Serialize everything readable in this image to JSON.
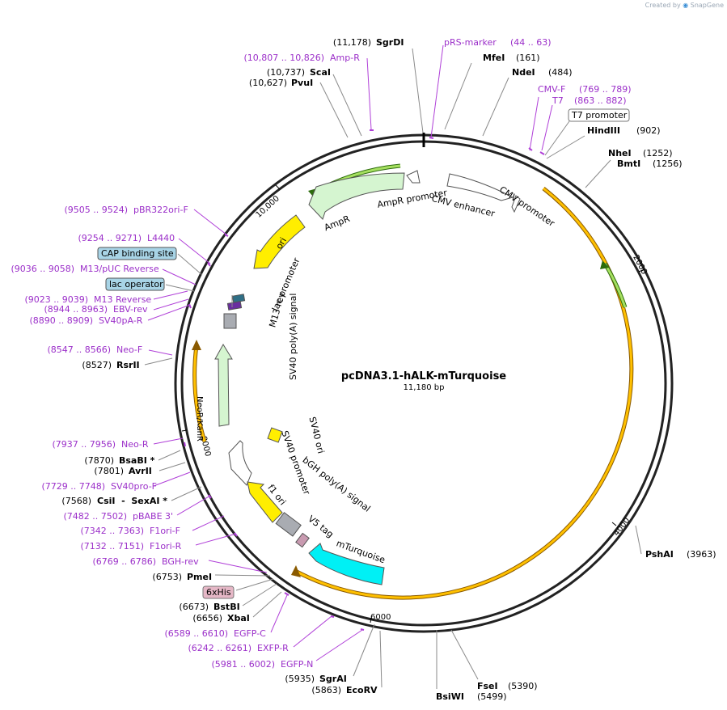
{
  "credit": {
    "prefix": "Created by",
    "brand": "SnapGene"
  },
  "plasmid": {
    "name": "pcDNA3.1-hALK-mTurquoise",
    "size_label": "11,180 bp",
    "length": 11180
  },
  "ticks": [
    "10,000",
    "2000",
    "4000",
    "6000",
    "8000"
  ],
  "colors": {
    "primer": "#9b2fc9",
    "enzyme": "#000000",
    "orf_fill": "#ffc000",
    "orf_stroke": "#8a5a00",
    "ampr": "#d5f5d0",
    "ori": "#ffee00",
    "mturquoise": "#00f0f5",
    "grey_feature": "#a9acb2",
    "lac_box": "#a8d4e6",
    "his_box": "#e5b7c6"
  },
  "sites": [
    {
      "pos": "(11,178)",
      "name": "SgrDI",
      "kind": "enzyme"
    },
    {
      "pos": "(44 .. 63)",
      "name": "pRS-marker",
      "kind": "primer"
    },
    {
      "pos": "(161)",
      "name": "MfeI",
      "kind": "enzyme"
    },
    {
      "pos": "(484)",
      "name": "NdeI",
      "kind": "enzyme"
    },
    {
      "pos": "(769 .. 789)",
      "name": "CMV-F",
      "kind": "primer"
    },
    {
      "pos": "(863 .. 882)",
      "name": "T7",
      "kind": "primer"
    },
    {
      "pos": "",
      "name": "T7 promoter",
      "kind": "box"
    },
    {
      "pos": "(902)",
      "name": "HindIII",
      "kind": "enzyme"
    },
    {
      "pos": "(1252)",
      "name": "NheI",
      "kind": "enzyme"
    },
    {
      "pos": "(1256)",
      "name": "BmtI",
      "kind": "enzyme"
    },
    {
      "pos": "(3963)",
      "name": "PshAI",
      "kind": "enzyme"
    },
    {
      "pos": "(5390)",
      "name": "FseI",
      "kind": "enzyme"
    },
    {
      "pos": "(5499)",
      "name": "BsiWI",
      "kind": "enzyme"
    },
    {
      "pos": "(5863)",
      "name": "EcoRV",
      "kind": "enzyme"
    },
    {
      "pos": "(5935)",
      "name": "SgrAI",
      "kind": "enzyme"
    },
    {
      "pos": "(5981 .. 6002)",
      "name": "EGFP-N",
      "kind": "primer"
    },
    {
      "pos": "(6242 .. 6261)",
      "name": "EXFP-R",
      "kind": "primer"
    },
    {
      "pos": "(6589 .. 6610)",
      "name": "EGFP-C",
      "kind": "primer"
    },
    {
      "pos": "(6656)",
      "name": "XbaI",
      "kind": "enzyme"
    },
    {
      "pos": "(6673)",
      "name": "BstBI",
      "kind": "enzyme"
    },
    {
      "pos": "",
      "name": "6xHis",
      "kind": "box"
    },
    {
      "pos": "(6753)",
      "name": "PmeI",
      "kind": "enzyme"
    },
    {
      "pos": "(6769 .. 6786)",
      "name": "BGH-rev",
      "kind": "primer"
    },
    {
      "pos": "(7132 .. 7151)",
      "name": "F1ori-R",
      "kind": "primer"
    },
    {
      "pos": "(7342 .. 7363)",
      "name": "F1ori-F",
      "kind": "primer"
    },
    {
      "pos": "(7482 .. 7502)",
      "name": "pBABE 3'",
      "kind": "primer"
    },
    {
      "pos": "(7568)",
      "name": "CsiI  -  SexAI *",
      "kind": "enzyme"
    },
    {
      "pos": "(7729 .. 7748)",
      "name": "SV40pro-F",
      "kind": "primer"
    },
    {
      "pos": "(7801)",
      "name": "AvrII",
      "kind": "enzyme"
    },
    {
      "pos": "(7870)",
      "name": "BsaBI *",
      "kind": "enzyme"
    },
    {
      "pos": "(7937 .. 7956)",
      "name": "Neo-R",
      "kind": "primer"
    },
    {
      "pos": "(8527)",
      "name": "RsrII",
      "kind": "enzyme"
    },
    {
      "pos": "(8547 .. 8566)",
      "name": "Neo-F",
      "kind": "primer"
    },
    {
      "pos": "(8890 .. 8909)",
      "name": "SV40pA-R",
      "kind": "primer"
    },
    {
      "pos": "(8944 .. 8963)",
      "name": "EBV-rev",
      "kind": "primer"
    },
    {
      "pos": "(9023 .. 9039)",
      "name": "M13 Reverse",
      "kind": "primer"
    },
    {
      "pos": "",
      "name": "lac operator",
      "kind": "box"
    },
    {
      "pos": "(9036 .. 9058)",
      "name": "M13/pUC Reverse",
      "kind": "primer"
    },
    {
      "pos": "",
      "name": "CAP binding site",
      "kind": "box"
    },
    {
      "pos": "(9254 .. 9271)",
      "name": "L4440",
      "kind": "primer"
    },
    {
      "pos": "(9505 .. 9524)",
      "name": "pBR322ori-F",
      "kind": "primer"
    },
    {
      "pos": "(10,627)",
      "name": "PvuI",
      "kind": "enzyme"
    },
    {
      "pos": "(10,737)",
      "name": "ScaI",
      "kind": "enzyme"
    },
    {
      "pos": "(10,807 .. 10,826)",
      "name": "Amp-R",
      "kind": "primer"
    }
  ],
  "features": [
    "AmpR promoter",
    "AmpR",
    "ori",
    "CMV enhancer",
    "CMV promoter",
    "lac promoter",
    "M13 rev",
    "SV40 poly(A) signal",
    "NeoR/KanR",
    "SV40 promoter",
    "SV40 ori",
    "f1 ori",
    "bGH poly(A) signal",
    "V5 tag",
    "mTurquoise"
  ]
}
